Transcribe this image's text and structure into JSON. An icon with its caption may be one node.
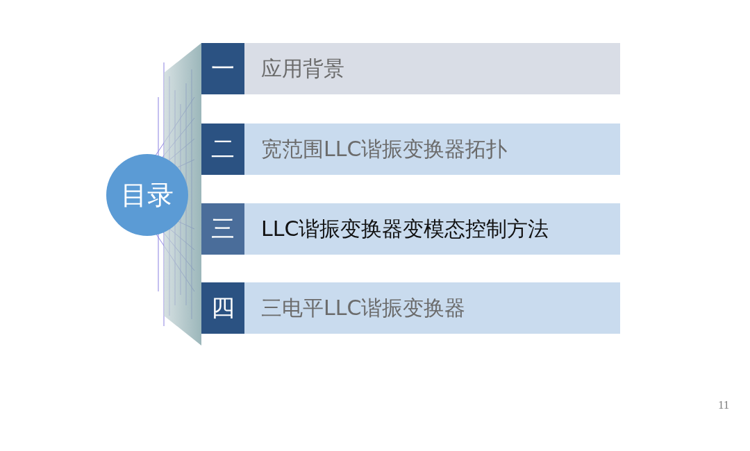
{
  "diagram": {
    "nodes": [
      {
        "text": [
          "目录"
        ]
      },
      {
        "text": [
          "一",
          "应用背景"
        ]
      },
      {
        "text": [
          "二",
          "宽范围LLC谐振变换器拓扑"
        ]
      },
      {
        "text": [
          "三",
          "LLC谐振变换器变模态控制方法"
        ]
      },
      {
        "text": [
          "四",
          "三电平LLC谐振变换器"
        ]
      }
    ],
    "labels": [
      "11"
    ]
  }
}
